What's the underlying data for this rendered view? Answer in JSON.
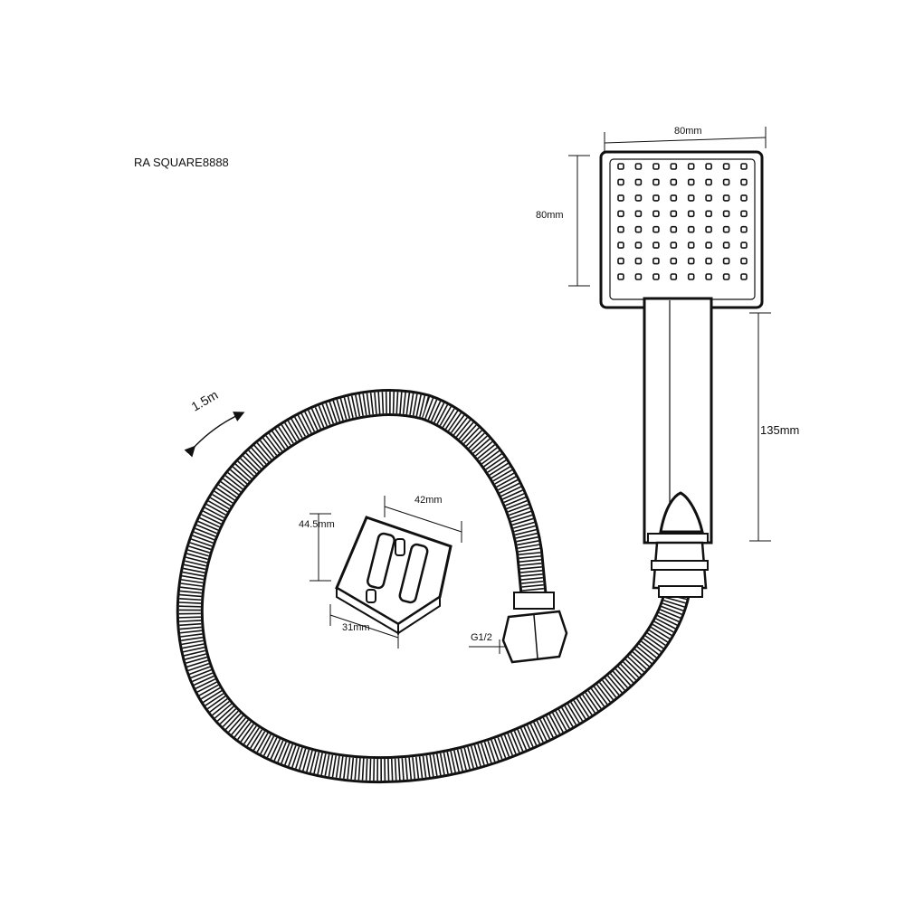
{
  "diagram": {
    "model_label": "RA SQUARE8888",
    "head_width": "80mm",
    "head_height": "80mm",
    "handle_length": "135mm",
    "hose_length": "1.5m",
    "bracket_height": "44.5mm",
    "bracket_width": "42mm",
    "bracket_depth": "31mm",
    "thread": "G1/2"
  },
  "colors": {
    "line": "#111111",
    "background": "#ffffff"
  },
  "head_nozzle_grid": {
    "rows": 8,
    "cols": 8
  }
}
